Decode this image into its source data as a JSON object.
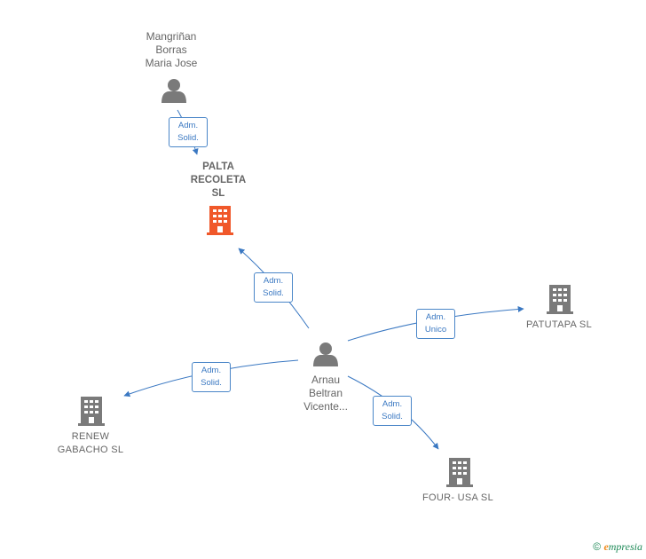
{
  "colors": {
    "edge": "#3a78c2",
    "person": "#7a7a7a",
    "company": "#7a7a7a",
    "focus": "#f0582a"
  },
  "nodes": {
    "mangrinan": {
      "lines": [
        "Mangriñan",
        "Borras",
        "Maria Jose"
      ],
      "type": "person"
    },
    "palta": {
      "lines": [
        "PALTA",
        "RECOLETA",
        "SL"
      ],
      "type": "company-focus"
    },
    "arnau": {
      "lines": [
        "Arnau",
        "Beltran",
        "Vicente..."
      ],
      "type": "person"
    },
    "patutapa": {
      "lines": [
        "PATUTAPA SL"
      ],
      "type": "company"
    },
    "renew": {
      "lines": [
        "RENEW",
        "GABACHO SL"
      ],
      "type": "company"
    },
    "fourusa": {
      "lines": [
        "FOUR- USA SL"
      ],
      "type": "company"
    }
  },
  "edges": {
    "e1": {
      "lines": [
        "Adm.",
        "Solid."
      ]
    },
    "e2": {
      "lines": [
        "Adm.",
        "Solid."
      ]
    },
    "e3": {
      "lines": [
        "Adm.",
        "Unico"
      ]
    },
    "e4": {
      "lines": [
        "Adm.",
        "Solid."
      ]
    },
    "e5": {
      "lines": [
        "Adm.",
        "Solid."
      ]
    }
  },
  "footer": {
    "copyright": "©",
    "brand_e": "e",
    "brand_rest": "mpresia"
  }
}
